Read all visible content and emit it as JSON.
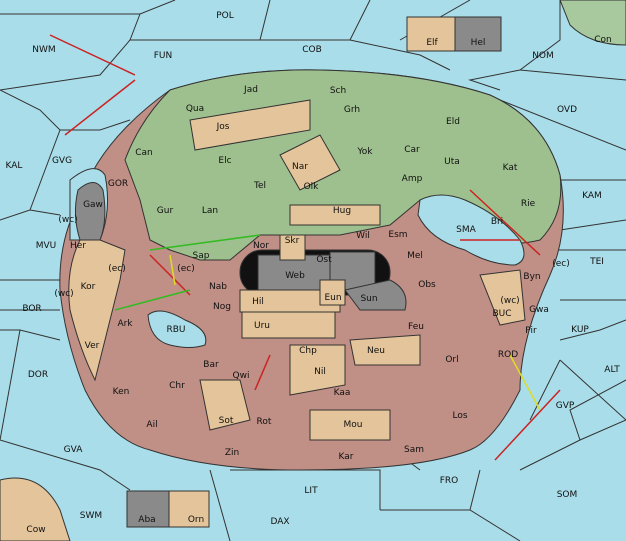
{
  "colors": {
    "sea": "#a9dde9",
    "green": "#9ec08e",
    "tan": "#e4c49a",
    "red": "#c08f86",
    "grey": "#8a8a8a",
    "land_pale": "#a7c99d",
    "order_red": "#cc2222",
    "order_green": "#33bb22",
    "order_yellow": "#dddd22"
  },
  "sea_labels": [
    "POL",
    "COB",
    "FUN",
    "NWM",
    "NOM",
    "KAL",
    "OVD",
    "KAM",
    "TEI",
    "MVU",
    "BOR",
    "DOR",
    "ALT",
    "KUP",
    "GVA",
    "FRO",
    "SOM",
    "SWM",
    "LIT",
    "DAX",
    "GOR",
    "SMA",
    "RBU",
    "BUC",
    "ROD",
    "GVP",
    "GVG",
    "Cow",
    "Con"
  ],
  "land_labels": [
    "Jad",
    "Sch",
    "Qua",
    "Jos",
    "Grh",
    "Eld",
    "Can",
    "Yok",
    "Car",
    "Elc",
    "Nar",
    "Uta",
    "Kat",
    "Amp",
    "Tel",
    "Olk",
    "Gaw",
    "Gur",
    "Lan",
    "Hug",
    "Rie",
    "Bri",
    "Wil",
    "Esm",
    "Her",
    "Nor",
    "Skr",
    "Ost",
    "Mel",
    "Sap",
    "Web",
    "Kor",
    "Nab",
    "Eun",
    "Sun",
    "Obs",
    "Byn",
    "Hil",
    "Nog",
    "Gwa",
    "Ark",
    "Uru",
    "Feu",
    "Pir",
    "Ver",
    "Neu",
    "Chp",
    "Orl",
    "Bar",
    "Qwi",
    "Nil",
    "Ken",
    "Chr",
    "Kaa",
    "Ail",
    "Sot",
    "Rot",
    "Mou",
    "Los",
    "Zin",
    "Kar",
    "Sam",
    "Elf",
    "Hel",
    "Aba",
    "Orn"
  ],
  "coast_tags": [
    "(wc)",
    "(ec)",
    "(wc)",
    "(ec)",
    "(wc)",
    "(ec)"
  ]
}
